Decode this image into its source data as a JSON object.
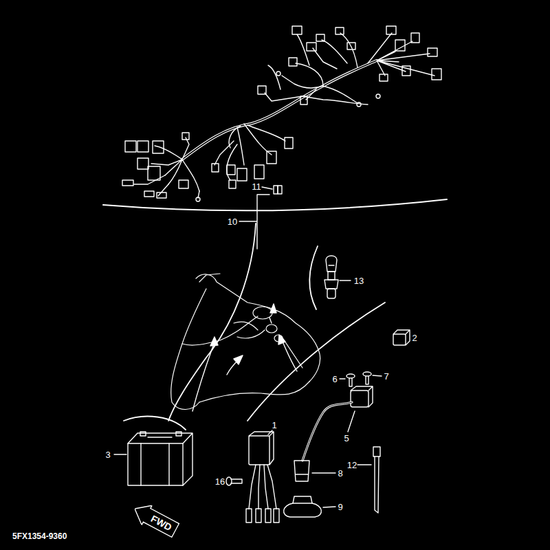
{
  "diagram": {
    "nodes": [
      {
        "text": [
          "FWD"
        ]
      }
    ],
    "labels": [
      "11",
      "10",
      "13",
      "2",
      "6",
      "7",
      "1",
      "3",
      "5",
      "16",
      "8",
      "12",
      "9",
      "5FX1354-9360"
    ]
  }
}
